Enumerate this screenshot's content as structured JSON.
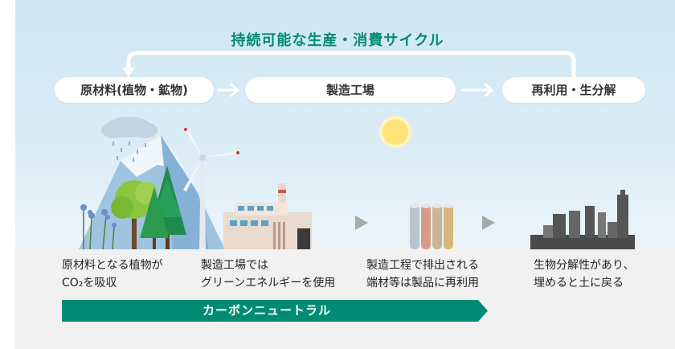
{
  "cycle": {
    "title": "持続可能な生産・消費サイクル"
  },
  "stages": {
    "raw": "原材料(植物・鉱物)",
    "factory": "製造工場",
    "recycle": "再利用・生分解"
  },
  "captions": {
    "plants_line1": "原材料となる植物が",
    "plants_line2": "CO₂を吸収",
    "factory_line1": "製造工場では",
    "factory_line2": "グリーンエネルギーを使用",
    "scrap_line1": "製造工程で排出される",
    "scrap_line2": "端材等は製品に再利用",
    "biodeg_line1": "生物分解性があり、",
    "biodeg_line2": "埋めると土に戻る"
  },
  "banner": {
    "label": "カーボンニュートラル"
  },
  "colors": {
    "accent_green": "#008c72",
    "sky": "#d6eaf5",
    "ground": "#f1f1f1"
  }
}
